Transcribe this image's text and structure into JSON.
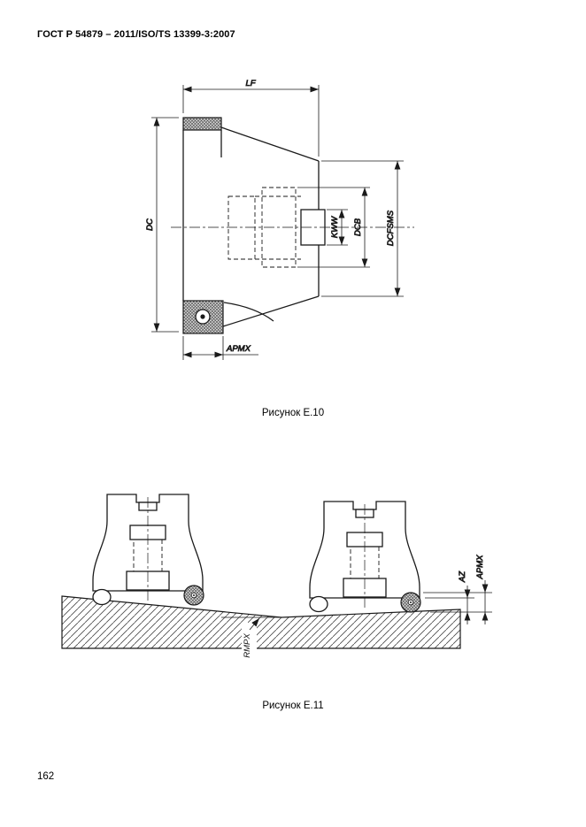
{
  "page": {
    "header": "ГОСТ Р 54879 – 2011/ISO/TS 13399-3:2007",
    "page_number": "162"
  },
  "figure_e10": {
    "caption": "Рисунок Е.10",
    "labels": {
      "lf": "LF",
      "dc": "DC",
      "kww": "KWW",
      "dcb": "DCB",
      "dcfsms": "DCFSMS",
      "apmx": "APMX"
    }
  },
  "figure_e11": {
    "caption": "Рисунок Е.11",
    "labels": {
      "rmpx": "RMPX",
      "az": "AZ",
      "apmx": "APMX"
    }
  }
}
